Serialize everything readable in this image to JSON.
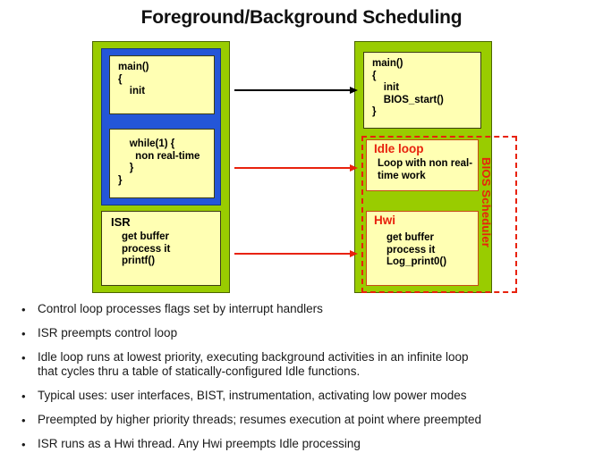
{
  "title": "Foreground/Background Scheduling",
  "colors": {
    "green": "#99cc00",
    "blue": "#2456d8",
    "yellow": "#ffffb3",
    "red": "#e8220d",
    "black": "#000000"
  },
  "left_diagram": {
    "main_box": "main()\n{\n    init",
    "while_box": "    while(1) {\n      non real-time\n    }\n}",
    "isr_box": {
      "heading": "ISR",
      "body": "get buffer\nprocess it\nprintf()"
    }
  },
  "right_diagram": {
    "main_box": "main()\n{\n    init\n    BIOS_start()\n}",
    "idle_box": {
      "heading": "Idle loop",
      "body": "Loop with non real-\ntime work"
    },
    "hwi_box": {
      "heading": "Hwi",
      "body": "get buffer\nprocess it\nLog_print0()"
    },
    "scheduler_label": "BIOS Scheduler"
  },
  "arrows": [
    {
      "name": "main-to-main",
      "color": "#000000"
    },
    {
      "name": "while-to-idle",
      "color": "#e8220d"
    },
    {
      "name": "isr-to-hwi",
      "color": "#e8220d"
    }
  ],
  "bullets": [
    {
      "bullet": "•",
      "line1": "Control loop processes flags set by interrupt handlers",
      "line2": ""
    },
    {
      "bullet": "•",
      "line1": "ISR preempts control loop",
      "line2": ""
    },
    {
      "bullet": "•",
      "line1": "Idle loop runs at lowest priority, executing background activities in an infinite loop",
      "line2": "that cycles thru a table of statically-configured Idle functions."
    },
    {
      "bullet": "•",
      "line1": "Typical uses: user interfaces, BIST, instrumentation, activating low power modes",
      "line2": ""
    },
    {
      "bullet": "•",
      "line1": "Preempted by higher priority threads; resumes execution at point where preempted",
      "line2": ""
    },
    {
      "bullet": "•",
      "line1": "ISR runs as a Hwi thread.  Any Hwi preempts Idle processing",
      "line2": ""
    }
  ]
}
